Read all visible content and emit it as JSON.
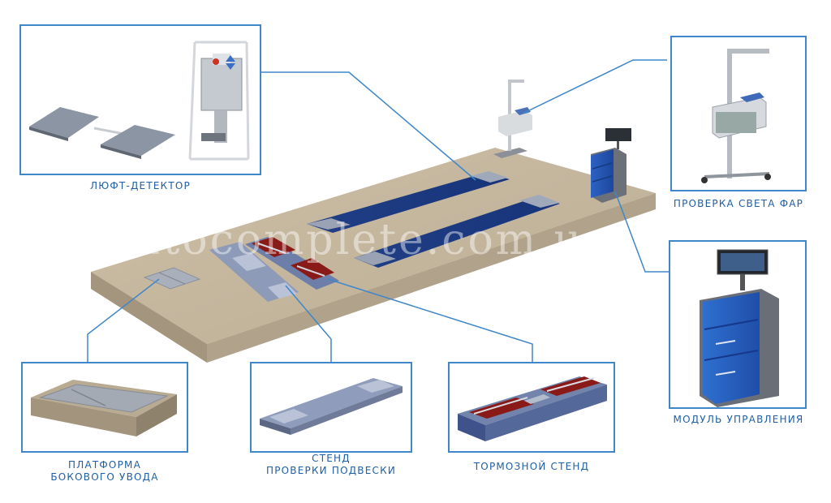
{
  "diagram": {
    "watermark": "autocomplete.com.ua",
    "components": {
      "play_detector": "ЛЮФТ-ДЕТЕКТОР",
      "headlight_check": "ПРОВЕРКА СВЕТА ФАР",
      "control_module": "МОДУЛЬ УПРАВЛЕНИЯ",
      "side_slip_line1": "ПЛАТФОРМА",
      "side_slip_line2": "БОКОВОГО УВОДА",
      "suspension_line1": "СТЕНД",
      "suspension_line2": "ПРОВЕРКИ ПОДВЕСКИ",
      "brake_tester": "ТОРМОЗНОЙ СТЕНД"
    },
    "colors": {
      "connector": "#3f87c9",
      "label_text": "#1f5fa6",
      "floor_slab": "#c2b49b",
      "lane_blue": "#1d3f8a",
      "roller_red": "#8a1a18",
      "cabinet_blue": "#2f6fd0"
    }
  }
}
